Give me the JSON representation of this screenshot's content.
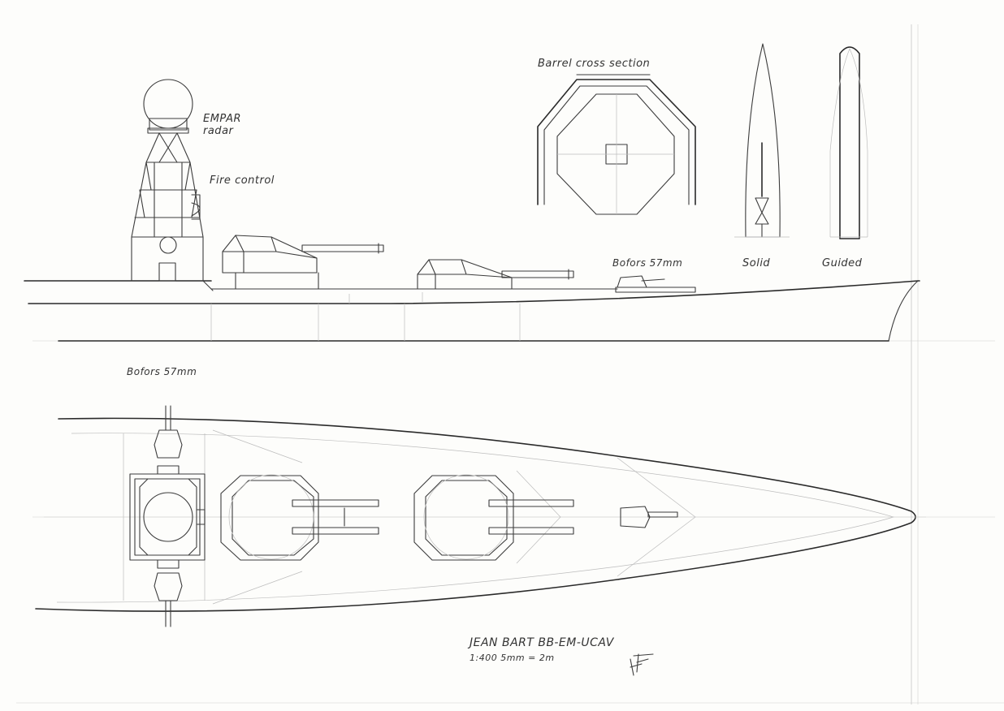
{
  "labels": {
    "empar_line1": "EMPAR",
    "empar_line2": "radar",
    "fire_control": "Fire control",
    "barrel_cross_section": "Barrel cross section",
    "bofors_side": "Bofors 57mm",
    "bofors_plan": "Bofors 57mm",
    "solid": "Solid",
    "guided": "Guided"
  },
  "title_block": {
    "title": "JEAN BART BB-EM-UCAV",
    "scale": "1:400   5mm = 2m"
  }
}
